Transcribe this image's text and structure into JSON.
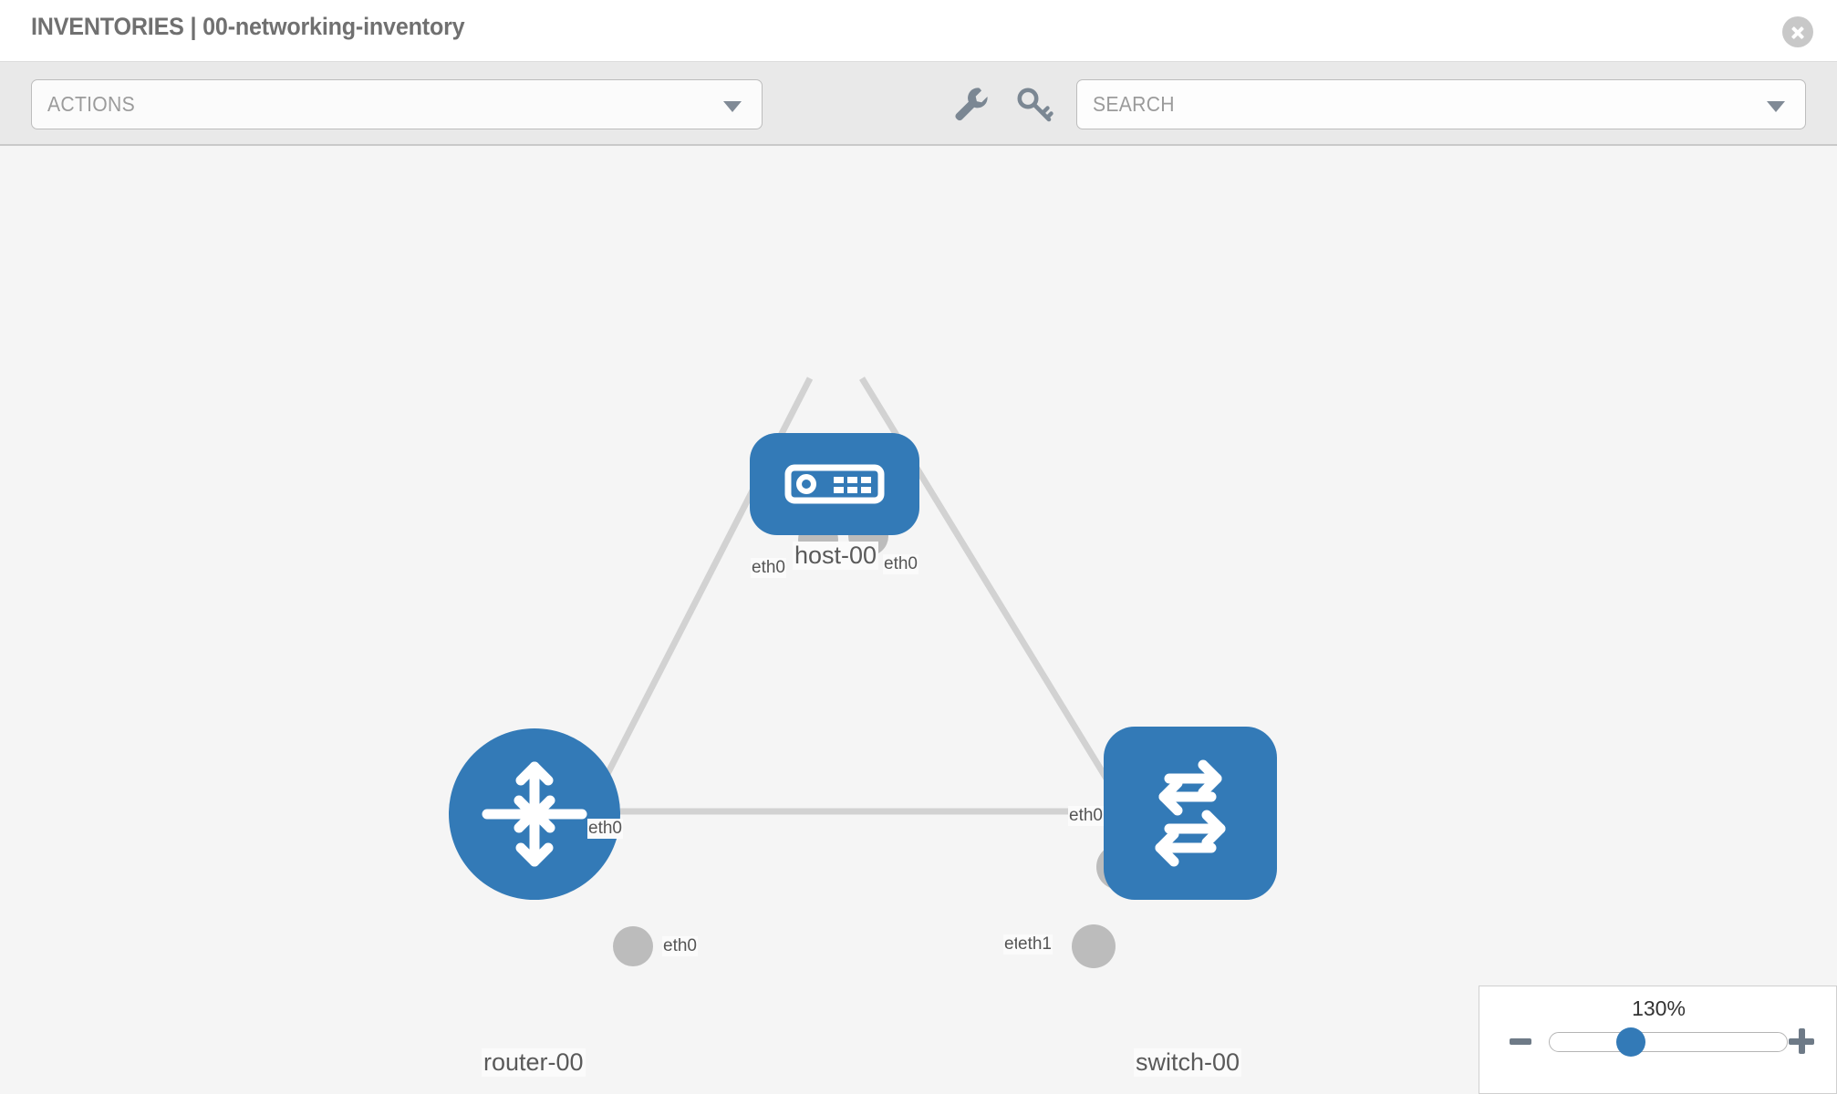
{
  "header": {
    "title": "INVENTORIES | 00-networking-inventory",
    "close_icon": "close-circle-icon"
  },
  "toolbar": {
    "actions_label": "ACTIONS",
    "actions_caret": "chevron-down-icon",
    "wrench_icon": "wrench-icon",
    "key_icon": "key-icon",
    "search_placeholder": "SEARCH",
    "search_caret": "chevron-down-icon"
  },
  "topology": {
    "nodes": [
      {
        "id": "host-00",
        "label": "host-00",
        "type": "host",
        "icon": "server-icon"
      },
      {
        "id": "router-00",
        "label": "router-00",
        "type": "router",
        "icon": "router-arrows-icon"
      },
      {
        "id": "switch-00",
        "label": "switch-00",
        "type": "switch",
        "icon": "switch-arrows-icon"
      }
    ],
    "links": [
      {
        "from": "host-00",
        "to": "router-00",
        "from_port": "eth0",
        "to_port": "eth0"
      },
      {
        "from": "host-00",
        "to": "switch-00",
        "from_port": "eth0",
        "to_port": "eth0"
      },
      {
        "from": "router-00",
        "to": "switch-00",
        "from_port": "eth0",
        "to_port": "eth1"
      }
    ],
    "port_labels": {
      "host_left": "eth0",
      "host_right": "eth0",
      "router_upper": "eth0",
      "switch_upper": "eth0",
      "router_right": "eth0",
      "switch_left_back": "eth0",
      "switch_left_front": "eth1"
    }
  },
  "zoom_control": {
    "value": "130%",
    "minus_label": "zoom-out",
    "plus_label": "zoom-in"
  },
  "colors": {
    "node_blue": "#337ab7",
    "canvas_bg": "#f5f5f5",
    "toolbar_bg": "#e9e9e9",
    "link_grey": "#d2d2d2",
    "connector_grey": "#bcbcbc",
    "title_grey": "#707070"
  }
}
